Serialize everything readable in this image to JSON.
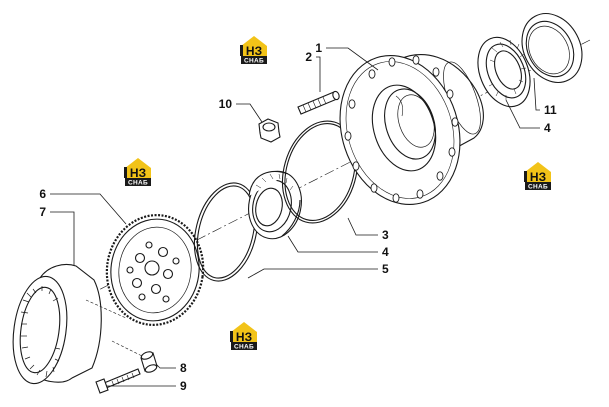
{
  "diagram": {
    "callouts": {
      "c1": "1",
      "c2": "2",
      "c3": "3",
      "c4a": "4",
      "c4b": "4",
      "c5": "5",
      "c6": "6",
      "c7": "7",
      "c8": "8",
      "c9": "9",
      "c10": "10",
      "c11": "11"
    },
    "watermark": {
      "big": "НЗ",
      "small": "СНАБ"
    },
    "colors": {
      "line": "#1a1a1a",
      "logo_yellow": "#f2c318",
      "logo_dark": "#1a1a1a"
    }
  }
}
